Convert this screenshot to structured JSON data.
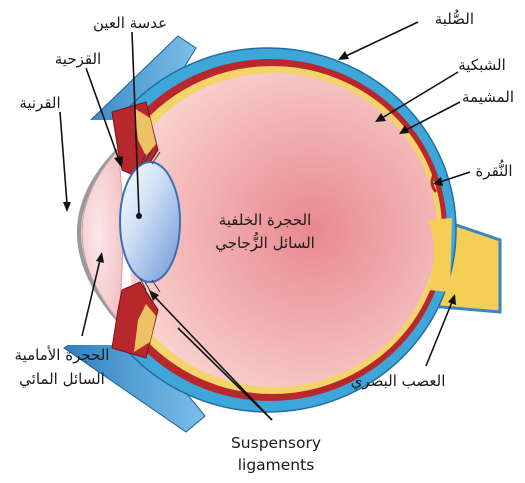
{
  "diagram": {
    "labels": {
      "lens": "عدسة العين",
      "sclera": "الصُّلبة",
      "iris": "القزحية",
      "retina": "الشبكية",
      "cornea": "القرنية",
      "choroid": "المشيمة",
      "fovea": "النُّقرة",
      "vitreous_1": "الحجرة الخلفية",
      "vitreous_2": "السائل الزُّجاجي",
      "anterior_1": "الحجرة الأمامية",
      "anterior_2": "السائل المائي",
      "optic_nerve": "العصب البصري",
      "suspensory_1": "Suspensory",
      "suspensory_2": "ligaments"
    },
    "colors": {
      "sclera": "#3ea6d8",
      "choroid": "#b8272c",
      "retina": "#f2d46a",
      "vitreous": "#e68a8f",
      "lens": "#a9c7ec",
      "optic_nerve": "#f4cf57",
      "muscle": "#4f9fd4"
    }
  }
}
